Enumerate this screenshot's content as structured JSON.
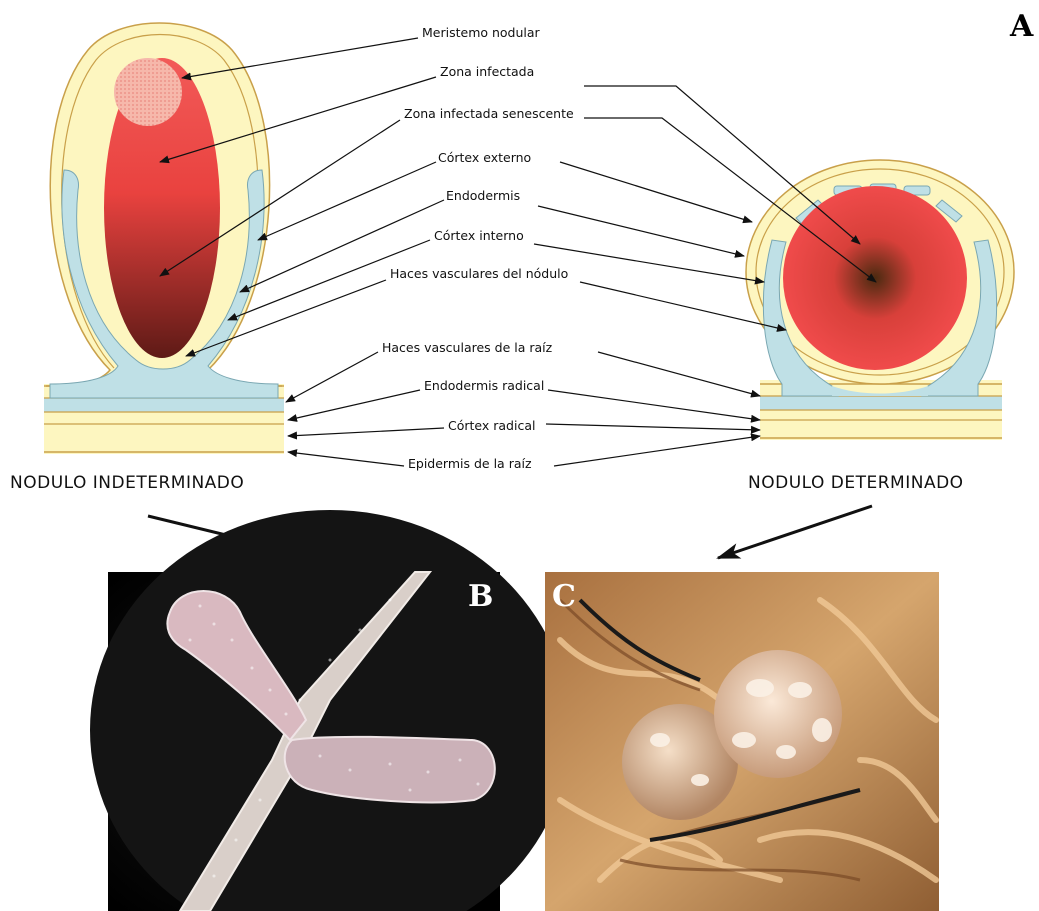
{
  "figure": {
    "panel_a": "A",
    "panel_b": "B",
    "panel_c": "C",
    "left_title": "NODULO INDETERMINADO",
    "right_title": "NODULO DETERMINADO"
  },
  "labels": [
    "Meristemo nodular",
    "Zona infectada",
    "Zona infectada senescente",
    "Córtex externo",
    "Endodermis",
    "Córtex interno",
    "Haces vasculares del nódulo",
    "Haces vasculares de la raíz",
    "Endodermis radical",
    "Córtex radical",
    "Epidermis de la raíz"
  ],
  "colors": {
    "cortex": "#fdf6c0",
    "outline": "#c9a04a",
    "vascular": "#bfe0e6",
    "infected": "#ee4b4b",
    "infected_dark": "#6e1c18",
    "meristem": "#f5b4a8",
    "photo_b_bg": "#0b0b0b",
    "photo_c_bg": "#c98e52"
  },
  "icons": [
    "arrow-icon",
    "nodule-indeterminate-illustration",
    "nodule-determinate-illustration",
    "micrograph-b-illustration",
    "photo-c-illustration"
  ]
}
